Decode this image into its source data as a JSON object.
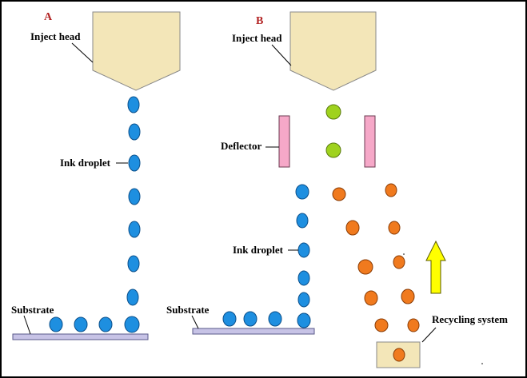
{
  "panels": {
    "a": {
      "label": "A",
      "inject_head": "Inject head",
      "ink_droplet": "Ink droplet",
      "substrate": "Substrate"
    },
    "b": {
      "label": "B",
      "inject_head": "Inject head",
      "deflector": "Deflector",
      "ink_droplet": "Ink droplet",
      "substrate": "Substrate",
      "recycling_system": "Recycling system"
    }
  },
  "colors": {
    "head_fill": "#f3e6b8",
    "head_stroke": "#8a8a8a",
    "droplet_blue": "#1e8fe0",
    "droplet_blue_stroke": "#0b4f8a",
    "droplet_green": "#9fd21e",
    "droplet_orange": "#f07a1e",
    "deflector_pink": "#f6a8c8",
    "substrate_fill": "#c7c3e6",
    "arrow_yellow": "#ffff00",
    "recycle_box": "#f3e6b8",
    "panel_label": "#b22222"
  }
}
